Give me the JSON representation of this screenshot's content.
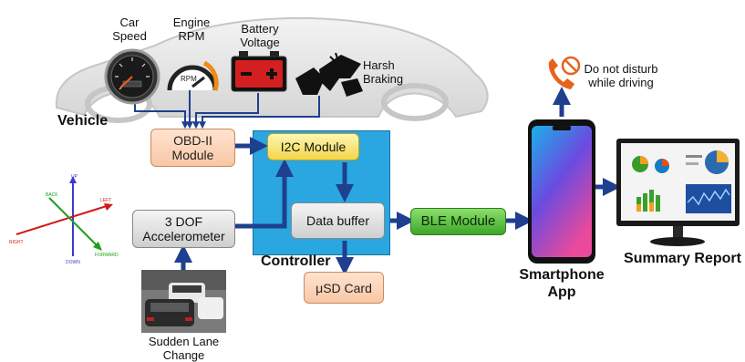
{
  "vehicle": {
    "label": "Vehicle",
    "car_speed_label": "Car\nSpeed",
    "engine_rpm_label": "Engine\nRPM",
    "battery_voltage_label": "Battery\nVoltage",
    "harsh_braking_label": "Harsh\nBraking",
    "rpm_gauge_text": "RPM"
  },
  "modules": {
    "obd": "OBD-II\nModule",
    "accelerometer": "3 DOF\nAccelerometer",
    "i2c": "I2C Module",
    "data_buffer": "Data buffer",
    "usd": "μSD Card",
    "ble": "BLE Module",
    "controller_label": "Controller"
  },
  "axes": {
    "up": "UP",
    "left": "LEFT",
    "right": "RIGHT",
    "back": "BACK",
    "forward": "FORWARD",
    "down": "DOWN"
  },
  "lane_change_label": "Sudden Lane\nChange",
  "smartphone_label": "Smartphone\nApp",
  "dnd_label": "Do not disturb\nwhile driving",
  "summary_label": "Summary Report",
  "colors": {
    "controller_fill": "#2aa7e0",
    "arrow": "#1f3f8f",
    "obd_fill": "#f8c7a5",
    "ble_fill": "#4cbb30",
    "phone_icon": "#e8621c"
  }
}
